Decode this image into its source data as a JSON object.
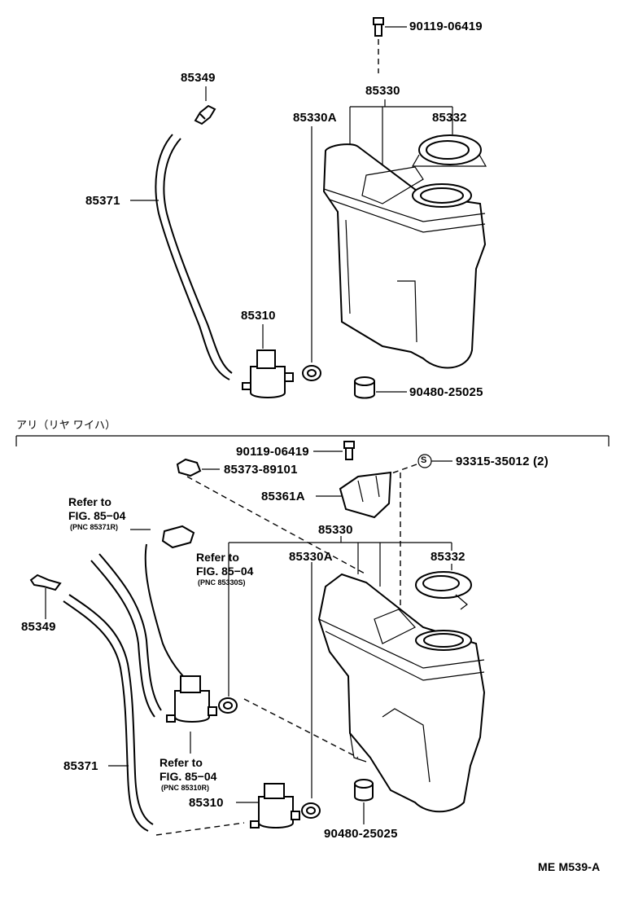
{
  "upper": {
    "bolt_top": "90119-06419",
    "nozzle": "85349",
    "tank_assy": "85330",
    "tank": "85330A",
    "cap": "85332",
    "hose": "85371",
    "pump": "85310",
    "grommet": "90480-25025"
  },
  "section_title": "アリ（リヤ ワイハ）",
  "lower": {
    "bolt": "90119-06419",
    "clip": "85373-89101",
    "screw_symbol": "S",
    "screw": "93315-35012 (2)",
    "bracket": "85361A",
    "tank_assy": "85330",
    "tank": "85330A",
    "cap": "85332",
    "nozzle": "85349",
    "hose": "85371",
    "pump": "85310",
    "grommet": "90480-25025",
    "ref1": {
      "line1": "Refer to",
      "line2": "FIG. 85−04",
      "pnc": "(PNC 85371R)"
    },
    "ref2": {
      "line1": "Refer to",
      "line2": "FIG. 85−04",
      "pnc": "(PNC 85330S)"
    },
    "ref3": {
      "line1": "Refer to",
      "line2": "FIG. 85−04",
      "pnc": "(PNC 85310R)"
    }
  },
  "figure_code": "ME M539-A"
}
